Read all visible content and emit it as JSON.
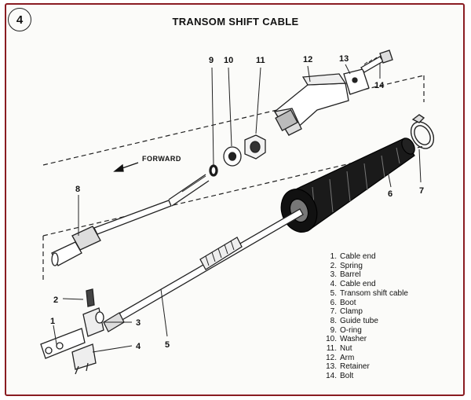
{
  "step_number": "4",
  "title": "TRANSOM SHIFT CABLE",
  "direction_label": "FORWARD",
  "callouts": [
    "1",
    "2",
    "3",
    "4",
    "5",
    "6",
    "7",
    "8",
    "9",
    "10",
    "11",
    "12",
    "13",
    "14"
  ],
  "legend": [
    {
      "num": "1.",
      "label": "Cable end"
    },
    {
      "num": "2.",
      "label": "Spring"
    },
    {
      "num": "3.",
      "label": "Barrel"
    },
    {
      "num": "4.",
      "label": "Cable end"
    },
    {
      "num": "5.",
      "label": "Transom shift cable"
    },
    {
      "num": "6.",
      "label": "Boot"
    },
    {
      "num": "7.",
      "label": "Clamp"
    },
    {
      "num": "8.",
      "label": "Guide tube"
    },
    {
      "num": "9.",
      "label": "O-ring"
    },
    {
      "num": "10.",
      "label": "Washer"
    },
    {
      "num": "11.",
      "label": "Nut"
    },
    {
      "num": "12.",
      "label": "Arm"
    },
    {
      "num": "13.",
      "label": "Retainer"
    },
    {
      "num": "14.",
      "label": "Bolt"
    }
  ],
  "colors": {
    "border": "#8a1c22",
    "ink": "#111111",
    "paper": "#fbfbf9"
  }
}
